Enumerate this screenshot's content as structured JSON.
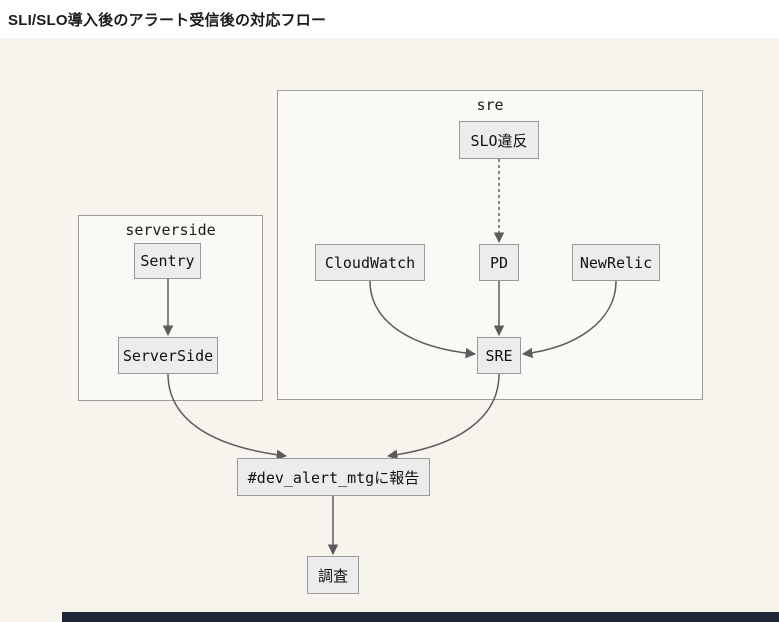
{
  "title": "SLI/SLO導入後のアラート受信後の対応フロー",
  "diagram": {
    "type": "flowchart",
    "direction": "top-down",
    "subgraphs": {
      "sre": {
        "label": "sre"
      },
      "serverside": {
        "label": "serverside"
      }
    },
    "nodes": {
      "slo_violation": {
        "label": "SLO違反",
        "subgraph": "sre"
      },
      "cloudwatch": {
        "label": "CloudWatch",
        "subgraph": "sre"
      },
      "pd": {
        "label": "PD",
        "subgraph": "sre"
      },
      "newrelic": {
        "label": "NewRelic",
        "subgraph": "sre"
      },
      "sre": {
        "label": "SRE",
        "subgraph": "sre"
      },
      "sentry": {
        "label": "Sentry",
        "subgraph": "serverside"
      },
      "serverside": {
        "label": "ServerSide",
        "subgraph": "serverside"
      },
      "report": {
        "label": "#dev_alert_mtgに報告"
      },
      "investigate": {
        "label": "調査"
      }
    },
    "edges": [
      {
        "from": "slo_violation",
        "to": "pd",
        "style": "dotted"
      },
      {
        "from": "sentry",
        "to": "serverside",
        "style": "solid"
      },
      {
        "from": "cloudwatch",
        "to": "sre",
        "style": "solid"
      },
      {
        "from": "pd",
        "to": "sre",
        "style": "solid"
      },
      {
        "from": "newrelic",
        "to": "sre",
        "style": "solid"
      },
      {
        "from": "serverside",
        "to": "report",
        "style": "solid"
      },
      {
        "from": "sre",
        "to": "report",
        "style": "solid"
      },
      {
        "from": "report",
        "to": "investigate",
        "style": "solid"
      }
    ],
    "colors": {
      "node_fill": "#ececec",
      "node_border": "#999999",
      "edge": "#5c5c5c",
      "canvas_bg": "#f7f4ee",
      "subgraph_border": "#9b9b9b",
      "bottom_bar": "#20263a"
    }
  }
}
